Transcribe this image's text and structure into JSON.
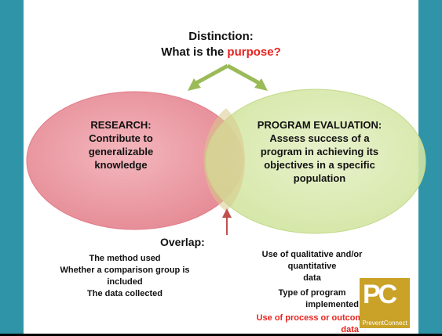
{
  "title": {
    "line1": "Distinction:",
    "line2_prefix": "What is the ",
    "line2_accent": "purpose?"
  },
  "research": {
    "lines": [
      "RESEARCH:",
      "Contribute to",
      "generalizable",
      "knowledge"
    ]
  },
  "program_evaluation": {
    "lines": [
      "PROGRAM EVALUATION:",
      "Assess success of a",
      "program in achieving its",
      "objectives in a specific",
      "population"
    ]
  },
  "overlap": {
    "title": "Overlap:",
    "items": [
      "The method used",
      "Whether a comparison group is",
      "included",
      "The data collected"
    ]
  },
  "evaluation_items": {
    "item1_line1": "Use of qualitative and/or quantitative",
    "item1_line2": "data",
    "item2_line1": "Type of program",
    "item2_line2": "implemented",
    "item3_line1": "Use of process or outcome",
    "item3_line2": "data"
  },
  "logo": {
    "mark": "PC",
    "brand": "PreventConnect"
  },
  "colors": {
    "teal_border": "#2f94a8",
    "research_ellipse": "#e58a95",
    "evaluation_ellipse": "#cfe39a",
    "accent_red": "#e8231e",
    "arrow_green": "#9bbb59",
    "arrow_red": "#c0504d",
    "logo_gold": "#c9a227"
  }
}
